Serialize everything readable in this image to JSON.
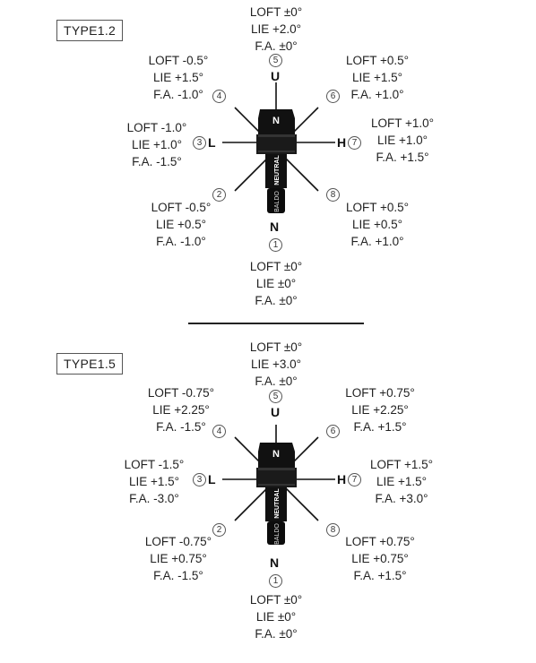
{
  "panels": [
    {
      "type_label": "TYPE1.2",
      "positions": {
        "p5": {
          "num": "5",
          "dir": "U",
          "loft": "LOFT ±0°",
          "lie": "LIE +2.0°",
          "fa": "F.A. ±0°"
        },
        "p4": {
          "num": "4",
          "loft": "LOFT -0.5°",
          "lie": "LIE +1.5°",
          "fa": "F.A. -1.0°"
        },
        "p6": {
          "num": "6",
          "loft": "LOFT +0.5°",
          "lie": "LIE +1.5°",
          "fa": "F.A. +1.0°"
        },
        "p3": {
          "num": "3",
          "dir": "L",
          "loft": "LOFT -1.0°",
          "lie": "LIE +1.0°",
          "fa": "F.A. -1.5°"
        },
        "p7": {
          "num": "7",
          "dir": "H",
          "loft": "LOFT +1.0°",
          "lie": "LIE +1.0°",
          "fa": "F.A. +1.5°"
        },
        "p2": {
          "num": "2",
          "loft": "LOFT -0.5°",
          "lie": "LIE +0.5°",
          "fa": "F.A. -1.0°"
        },
        "p8": {
          "num": "8",
          "loft": "LOFT +0.5°",
          "lie": "LIE +0.5°",
          "fa": "F.A. +1.0°"
        },
        "p1": {
          "num": "1",
          "dir": "N",
          "loft": "LOFT ±0°",
          "lie": "LIE ±0°",
          "fa": "F.A. ±0°"
        }
      },
      "device": {
        "top_mark": "N",
        "shaft_text": "NEUTRAL",
        "brand": "BALDO"
      }
    },
    {
      "type_label": "TYPE1.5",
      "positions": {
        "p5": {
          "num": "5",
          "dir": "U",
          "loft": "LOFT ±0°",
          "lie": "LIE +3.0°",
          "fa": "F.A. ±0°"
        },
        "p4": {
          "num": "4",
          "loft": "LOFT -0.75°",
          "lie": "LIE +2.25°",
          "fa": "F.A. -1.5°"
        },
        "p6": {
          "num": "6",
          "loft": "LOFT +0.75°",
          "lie": "LIE +2.25°",
          "fa": "F.A. +1.5°"
        },
        "p3": {
          "num": "3",
          "dir": "L",
          "loft": "LOFT -1.5°",
          "lie": "LIE +1.5°",
          "fa": "F.A. -3.0°"
        },
        "p7": {
          "num": "7",
          "dir": "H",
          "loft": "LOFT +1.5°",
          "lie": "LIE +1.5°",
          "fa": "F.A. +3.0°"
        },
        "p2": {
          "num": "2",
          "loft": "LOFT -0.75°",
          "lie": "LIE +0.75°",
          "fa": "F.A. -1.5°"
        },
        "p8": {
          "num": "8",
          "loft": "LOFT +0.75°",
          "lie": "LIE +0.75°",
          "fa": "F.A. +1.5°"
        },
        "p1": {
          "num": "1",
          "dir": "N",
          "loft": "LOFT ±0°",
          "lie": "LIE ±0°",
          "fa": "F.A. ±0°"
        }
      },
      "device": {
        "top_mark": "N",
        "shaft_text": "NEUTRAL",
        "brand": "BALDO"
      }
    }
  ]
}
